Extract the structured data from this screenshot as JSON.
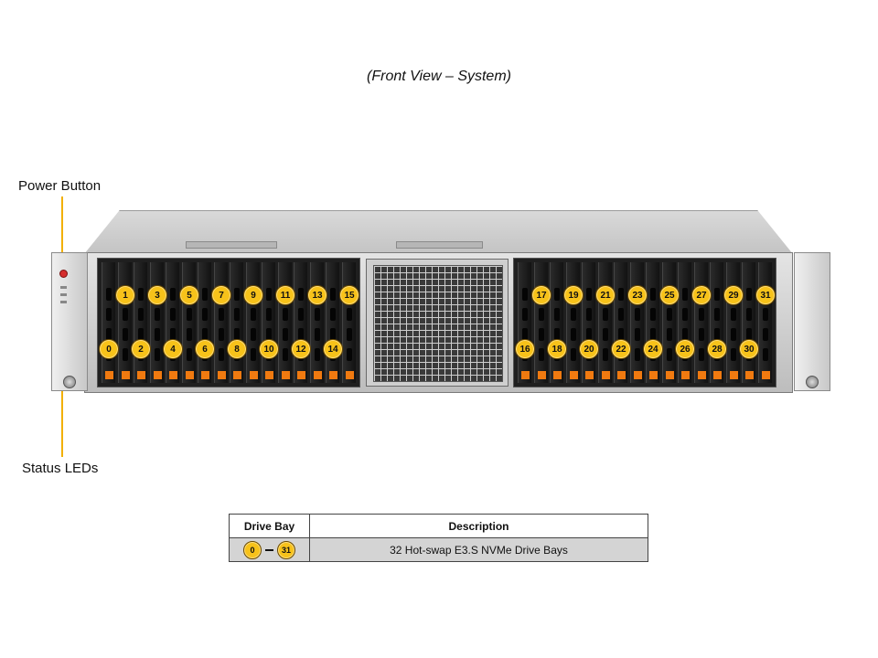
{
  "caption": "(Front View – System)",
  "callouts": {
    "power_button": "Power Button",
    "status_leds": "Status LEDs"
  },
  "bays": {
    "left_top": [
      "1",
      "3",
      "5",
      "7",
      "9",
      "11",
      "13",
      "15"
    ],
    "left_bottom": [
      "0",
      "2",
      "4",
      "6",
      "8",
      "10",
      "12",
      "14"
    ],
    "right_top": [
      "17",
      "19",
      "21",
      "23",
      "25",
      "27",
      "29",
      "31"
    ],
    "right_bottom": [
      "16",
      "18",
      "20",
      "22",
      "24",
      "26",
      "28",
      "30"
    ]
  },
  "colors": {
    "badge": "#f7c21a",
    "callout_line": "#f2b000",
    "latch": "#f07a10",
    "table_cell": "#d4d4d4"
  },
  "legend": {
    "headers": [
      "Drive Bay",
      "Description"
    ],
    "row": {
      "from": "0",
      "to": "31",
      "description": "32 Hot-swap E3.S NVMe Drive Bays"
    }
  }
}
